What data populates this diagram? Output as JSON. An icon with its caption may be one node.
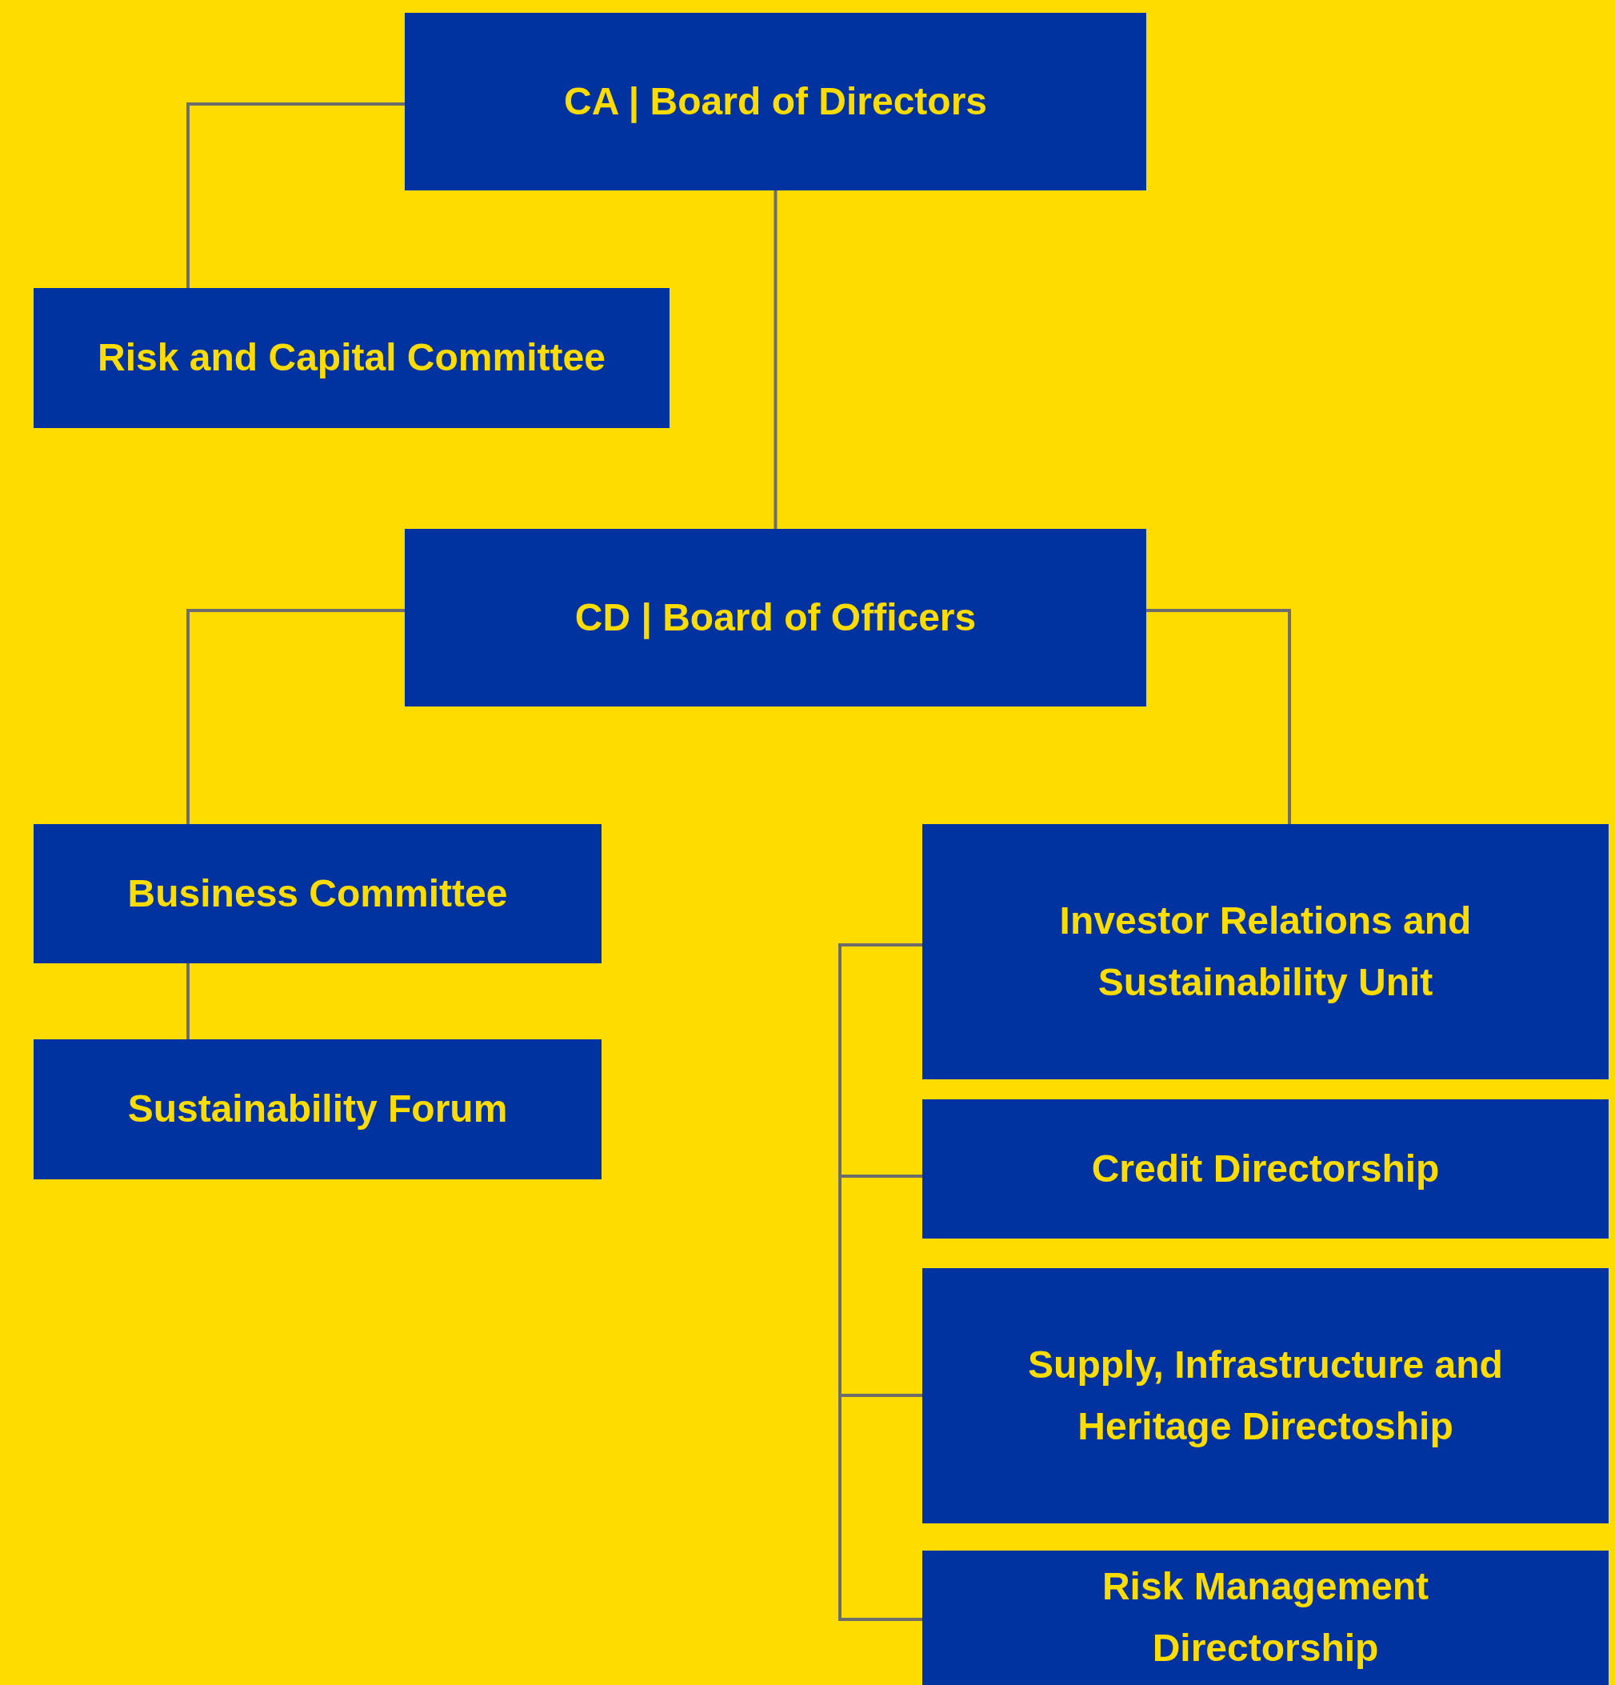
{
  "diagram": {
    "nodes": [
      {
        "text": [
          "CA | Board of Directors"
        ]
      },
      {
        "text": [
          "Risk and Capital Committee"
        ]
      },
      {
        "text": [
          "CD | Board of Officers"
        ]
      },
      {
        "text": [
          "Business Committee"
        ]
      },
      {
        "text": [
          "Sustainability Forum"
        ]
      },
      {
        "text": [
          "Investor Relations and Sustainability Unit"
        ]
      },
      {
        "text": [
          "Credit Directorship"
        ]
      },
      {
        "text": [
          "Supply, Infrastructure and Heritage Directoship"
        ]
      },
      {
        "text": [
          "Risk Management Directorship"
        ]
      }
    ],
    "edges": [
      {
        "from": 0,
        "to": 1,
        "arrow": "none"
      },
      {
        "from": 0,
        "to": 2,
        "arrow": "none"
      },
      {
        "from": 2,
        "to": 3,
        "arrow": "none"
      },
      {
        "from": 2,
        "to": 5,
        "arrow": "none"
      },
      {
        "from": 3,
        "to": 4,
        "arrow": "none"
      },
      {
        "from": 5,
        "to": 6,
        "arrow": "none"
      },
      {
        "from": 5,
        "to": 7,
        "arrow": "none"
      },
      {
        "from": 5,
        "to": 8,
        "arrow": "none"
      }
    ]
  }
}
